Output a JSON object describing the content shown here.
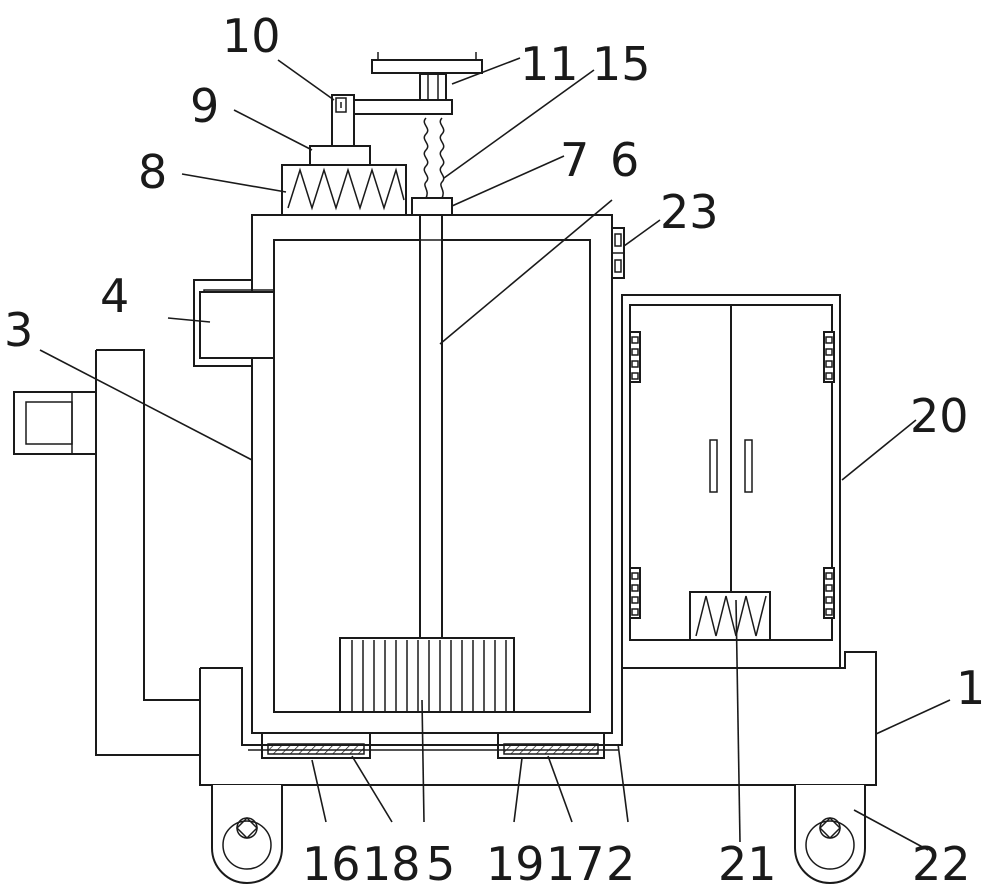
{
  "labels": {
    "l1": "1",
    "l3": "3",
    "l4": "4",
    "l6": "6",
    "l7": "7",
    "l8": "8",
    "l9": "9",
    "l10": "10",
    "l11": "11",
    "l15": "15",
    "l16": "16",
    "l18": "18",
    "l5": "5",
    "l19": "19",
    "l17": "17",
    "l2": "2",
    "l21": "21",
    "l20": "20",
    "l22": "22",
    "l23": "23"
  }
}
